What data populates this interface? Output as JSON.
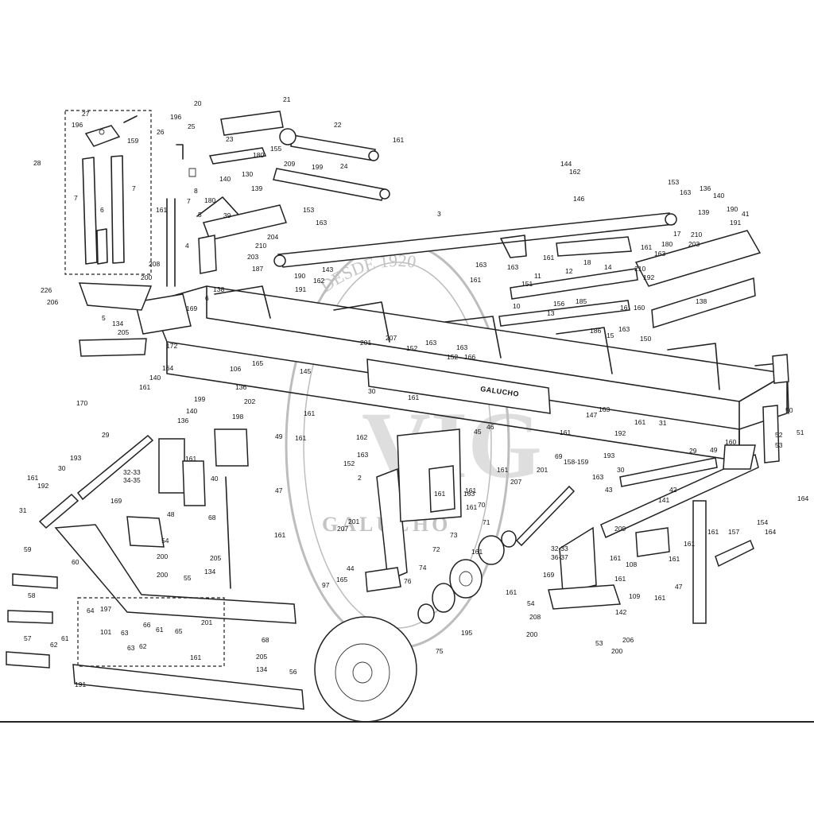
{
  "brand_label": "GALUCHO",
  "watermark": {
    "arc_text": "DESDE 1920",
    "big_letters": "VIG",
    "name_text": "GALUCHO"
  },
  "callouts": [
    {
      "id": "c1",
      "text": "21"
    },
    {
      "id": "c2",
      "text": "20"
    },
    {
      "id": "c3",
      "text": "22"
    },
    {
      "id": "c4",
      "text": "27"
    },
    {
      "id": "c5",
      "text": "196"
    },
    {
      "id": "c6",
      "text": "159"
    },
    {
      "id": "c7",
      "text": "26"
    },
    {
      "id": "c8",
      "text": "196"
    },
    {
      "id": "c9",
      "text": "25"
    },
    {
      "id": "c10",
      "text": "23"
    },
    {
      "id": "c11",
      "text": "180"
    },
    {
      "id": "c12",
      "text": "155"
    },
    {
      "id": "c13",
      "text": "209"
    },
    {
      "id": "c14",
      "text": "199"
    },
    {
      "id": "c15",
      "text": "24"
    },
    {
      "id": "c16",
      "text": "161"
    },
    {
      "id": "c17",
      "text": "28"
    },
    {
      "id": "c18",
      "text": "7"
    },
    {
      "id": "c19",
      "text": "6"
    },
    {
      "id": "c20",
      "text": "7"
    },
    {
      "id": "c21",
      "text": "8"
    },
    {
      "id": "c22",
      "text": "130"
    },
    {
      "id": "c23",
      "text": "140"
    },
    {
      "id": "c24",
      "text": "139"
    },
    {
      "id": "c25",
      "text": "161"
    },
    {
      "id": "c26",
      "text": "180"
    },
    {
      "id": "c27",
      "text": "5"
    },
    {
      "id": "c28",
      "text": "39"
    },
    {
      "id": "c29",
      "text": "7"
    },
    {
      "id": "c30",
      "text": "153"
    },
    {
      "id": "c31",
      "text": "163"
    },
    {
      "id": "c32",
      "text": "204"
    },
    {
      "id": "c33",
      "text": "210"
    },
    {
      "id": "c34",
      "text": "203"
    },
    {
      "id": "c35",
      "text": "187"
    },
    {
      "id": "c36",
      "text": "190"
    },
    {
      "id": "c37",
      "text": "191"
    },
    {
      "id": "c38",
      "text": "162"
    },
    {
      "id": "c39",
      "text": "143"
    },
    {
      "id": "c40",
      "text": "4"
    },
    {
      "id": "c41",
      "text": "208"
    },
    {
      "id": "c42",
      "text": "200"
    },
    {
      "id": "c43",
      "text": "226"
    },
    {
      "id": "c44",
      "text": "206"
    },
    {
      "id": "c45",
      "text": "138"
    },
    {
      "id": "c46",
      "text": "3"
    },
    {
      "id": "c47",
      "text": "144"
    },
    {
      "id": "c48",
      "text": "162"
    },
    {
      "id": "c49",
      "text": "146"
    },
    {
      "id": "c50",
      "text": "153"
    },
    {
      "id": "c51",
      "text": "163"
    },
    {
      "id": "c52",
      "text": "136"
    },
    {
      "id": "c53",
      "text": "140"
    },
    {
      "id": "c54",
      "text": "139"
    },
    {
      "id": "c55",
      "text": "190"
    },
    {
      "id": "c56",
      "text": "41"
    },
    {
      "id": "c57",
      "text": "191"
    },
    {
      "id": "c58",
      "text": "17"
    },
    {
      "id": "c59",
      "text": "210"
    },
    {
      "id": "c60",
      "text": "180"
    },
    {
      "id": "c61",
      "text": "203"
    },
    {
      "id": "c62",
      "text": "161"
    },
    {
      "id": "c63",
      "text": "163"
    },
    {
      "id": "c64",
      "text": "161"
    },
    {
      "id": "c65",
      "text": "18"
    },
    {
      "id": "c66",
      "text": "14"
    },
    {
      "id": "c67",
      "text": "163"
    },
    {
      "id": "c68",
      "text": "11"
    },
    {
      "id": "c69",
      "text": "12"
    },
    {
      "id": "c70",
      "text": "161"
    },
    {
      "id": "c71",
      "text": "151"
    },
    {
      "id": "c72",
      "text": "210"
    },
    {
      "id": "c73",
      "text": "192"
    },
    {
      "id": "c74",
      "text": "10"
    },
    {
      "id": "c75",
      "text": "156"
    },
    {
      "id": "c76",
      "text": "185"
    },
    {
      "id": "c77",
      "text": "13"
    },
    {
      "id": "c78",
      "text": "16"
    },
    {
      "id": "c79",
      "text": "186"
    },
    {
      "id": "c80",
      "text": "15"
    },
    {
      "id": "c81",
      "text": "163"
    },
    {
      "id": "c82",
      "text": "150"
    },
    {
      "id": "c83",
      "text": "160"
    },
    {
      "id": "c84",
      "text": "138"
    },
    {
      "id": "c85",
      "text": "5"
    },
    {
      "id": "c86",
      "text": "134"
    },
    {
      "id": "c87",
      "text": "205"
    },
    {
      "id": "c88",
      "text": "169"
    },
    {
      "id": "c89",
      "text": "172"
    },
    {
      "id": "c90",
      "text": "6"
    },
    {
      "id": "c91",
      "text": "207"
    },
    {
      "id": "c92",
      "text": "201"
    },
    {
      "id": "c93",
      "text": "163"
    },
    {
      "id": "c94",
      "text": "152"
    },
    {
      "id": "c95",
      "text": "163"
    },
    {
      "id": "c96",
      "text": "152"
    },
    {
      "id": "c97",
      "text": "170"
    },
    {
      "id": "c98",
      "text": "164"
    },
    {
      "id": "c99",
      "text": "140"
    },
    {
      "id": "c100",
      "text": "161"
    },
    {
      "id": "c101",
      "text": "106"
    },
    {
      "id": "c102",
      "text": "165"
    },
    {
      "id": "c103",
      "text": "199"
    },
    {
      "id": "c104",
      "text": "136"
    },
    {
      "id": "c105",
      "text": "202"
    },
    {
      "id": "c106",
      "text": "198"
    },
    {
      "id": "c107",
      "text": "145"
    },
    {
      "id": "c108",
      "text": "140"
    },
    {
      "id": "c109",
      "text": "136"
    },
    {
      "id": "c110",
      "text": "161"
    },
    {
      "id": "c111",
      "text": "29"
    },
    {
      "id": "c112",
      "text": "193"
    },
    {
      "id": "c113",
      "text": "30"
    },
    {
      "id": "c114",
      "text": "161"
    },
    {
      "id": "c115",
      "text": "192"
    },
    {
      "id": "c116",
      "text": "31"
    },
    {
      "id": "c117",
      "text": "32-33"
    },
    {
      "id": "c118",
      "text": "34-35"
    },
    {
      "id": "c119",
      "text": "40"
    },
    {
      "id": "c120",
      "text": "49"
    },
    {
      "id": "c121",
      "text": "161"
    },
    {
      "id": "c122",
      "text": "47"
    },
    {
      "id": "c123",
      "text": "169"
    },
    {
      "id": "c124",
      "text": "48"
    },
    {
      "id": "c125",
      "text": "68"
    },
    {
      "id": "c126",
      "text": "54"
    },
    {
      "id": "c127",
      "text": "200"
    },
    {
      "id": "c128",
      "text": "200"
    },
    {
      "id": "c129",
      "text": "205"
    },
    {
      "id": "c130",
      "text": "134"
    },
    {
      "id": "c131",
      "text": "161"
    },
    {
      "id": "c132",
      "text": "59"
    },
    {
      "id": "c133",
      "text": "60"
    },
    {
      "id": "c134",
      "text": "55"
    },
    {
      "id": "c135",
      "text": "58"
    },
    {
      "id": "c136",
      "text": "64"
    },
    {
      "id": "c137",
      "text": "197"
    },
    {
      "id": "c138",
      "text": "66"
    },
    {
      "id": "c139",
      "text": "201"
    },
    {
      "id": "c140",
      "text": "65"
    },
    {
      "id": "c141",
      "text": "61"
    },
    {
      "id": "c142",
      "text": "63"
    },
    {
      "id": "c143",
      "text": "101"
    },
    {
      "id": "c144",
      "text": "63"
    },
    {
      "id": "c145",
      "text": "62"
    },
    {
      "id": "c146",
      "text": "161"
    },
    {
      "id": "c147",
      "text": "57"
    },
    {
      "id": "c148",
      "text": "62"
    },
    {
      "id": "c149",
      "text": "61"
    },
    {
      "id": "c150",
      "text": "191"
    },
    {
      "id": "c151",
      "text": "68"
    },
    {
      "id": "c152",
      "text": "205"
    },
    {
      "id": "c153",
      "text": "134"
    },
    {
      "id": "c154",
      "text": "56"
    },
    {
      "id": "c155",
      "text": "30"
    },
    {
      "id": "c156",
      "text": "161"
    },
    {
      "id": "c157",
      "text": "162"
    },
    {
      "id": "c158",
      "text": "163"
    },
    {
      "id": "c159",
      "text": "152"
    },
    {
      "id": "c160",
      "text": "2"
    },
    {
      "id": "c161",
      "text": "201"
    },
    {
      "id": "c162",
      "text": "207"
    },
    {
      "id": "c163",
      "text": "161"
    },
    {
      "id": "c164",
      "text": "44"
    },
    {
      "id": "c165",
      "text": "165"
    },
    {
      "id": "c166",
      "text": "97"
    },
    {
      "id": "c167",
      "text": "73"
    },
    {
      "id": "c168",
      "text": "72"
    },
    {
      "id": "c169",
      "text": "74"
    },
    {
      "id": "c170",
      "text": "76"
    },
    {
      "id": "c171",
      "text": "75"
    },
    {
      "id": "c172",
      "text": "195"
    },
    {
      "id": "c173",
      "text": "161"
    },
    {
      "id": "c174",
      "text": "70"
    },
    {
      "id": "c175",
      "text": "71"
    },
    {
      "id": "c176",
      "text": "46"
    },
    {
      "id": "c177",
      "text": "45"
    },
    {
      "id": "c178",
      "text": "201"
    },
    {
      "id": "c179",
      "text": "207"
    },
    {
      "id": "c180",
      "text": "69"
    },
    {
      "id": "c181",
      "text": "158-159"
    },
    {
      "id": "c182",
      "text": "163"
    },
    {
      "id": "c183",
      "text": "161"
    },
    {
      "id": "c184",
      "text": "147"
    },
    {
      "id": "c185",
      "text": "163"
    },
    {
      "id": "c186",
      "text": "161"
    },
    {
      "id": "c187",
      "text": "192"
    },
    {
      "id": "c188",
      "text": "31"
    },
    {
      "id": "c189",
      "text": "193"
    },
    {
      "id": "c190",
      "text": "30"
    },
    {
      "id": "c191",
      "text": "29"
    },
    {
      "id": "c192",
      "text": "49"
    },
    {
      "id": "c193",
      "text": "160"
    },
    {
      "id": "c194",
      "text": "50"
    },
    {
      "id": "c195",
      "text": "52"
    },
    {
      "id": "c196",
      "text": "51"
    },
    {
      "id": "c197",
      "text": "53"
    },
    {
      "id": "c198",
      "text": "164"
    },
    {
      "id": "c199",
      "text": "42"
    },
    {
      "id": "c200",
      "text": "43"
    },
    {
      "id": "c201",
      "text": "141"
    },
    {
      "id": "c202",
      "text": "154"
    },
    {
      "id": "c203",
      "text": "164"
    },
    {
      "id": "c204",
      "text": "209"
    },
    {
      "id": "c205",
      "text": "161"
    },
    {
      "id": "c206",
      "text": "108"
    },
    {
      "id": "c207",
      "text": "161"
    },
    {
      "id": "c208",
      "text": "157"
    },
    {
      "id": "c209",
      "text": "161"
    },
    {
      "id": "c210",
      "text": "32-33"
    },
    {
      "id": "c211",
      "text": "36-37"
    },
    {
      "id": "c212",
      "text": "169"
    },
    {
      "id": "c213",
      "text": "54"
    },
    {
      "id": "c214",
      "text": "109"
    },
    {
      "id": "c215",
      "text": "208"
    },
    {
      "id": "c216",
      "text": "200"
    },
    {
      "id": "c217",
      "text": "53"
    },
    {
      "id": "c218",
      "text": "206"
    },
    {
      "id": "c219",
      "text": "200"
    },
    {
      "id": "c220",
      "text": "142"
    },
    {
      "id": "c221",
      "text": "47"
    },
    {
      "id": "c222",
      "text": "161"
    },
    {
      "id": "c223",
      "text": "161"
    },
    {
      "id": "c224",
      "text": "161"
    },
    {
      "id": "c225",
      "text": "161"
    },
    {
      "id": "c226",
      "text": "161"
    },
    {
      "id": "c227",
      "text": "163"
    },
    {
      "id": "c228",
      "text": "166"
    },
    {
      "id": "c229",
      "text": "163"
    },
    {
      "id": "c230",
      "text": "161"
    },
    {
      "id": "c231",
      "text": "161"
    },
    {
      "id": "c232",
      "text": "161"
    }
  ]
}
